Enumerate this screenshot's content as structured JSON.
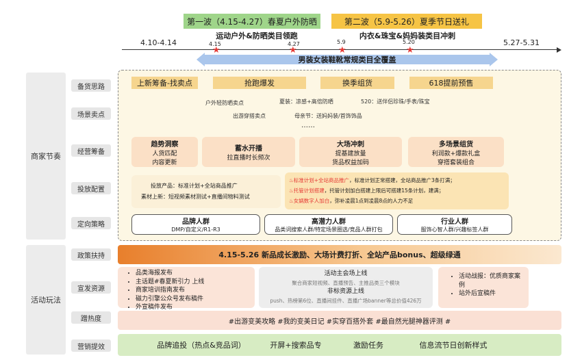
{
  "header": {
    "phase1_title": "第一波（4.15-4.27）春夏户外防晒",
    "phase1_sub": "运动户外&防晒类目领跑",
    "phase2_title": "第二波（5.9-5.26）夏季节日送礼",
    "phase2_sub": "内衣&珠宝&妈妈装类目冲刺",
    "timeline_start": "4.10-4.14",
    "timeline_end": "5.27-5.31",
    "milestones": [
      "4.15",
      "4.27",
      "5.9",
      "5.20"
    ],
    "coverage_bar": "男装女装鞋靴常规类目全覆盖"
  },
  "side_labels": {
    "merchant": "商家节奏",
    "activity": "活动玩法"
  },
  "row_labels": [
    "备货思路",
    "场景卖点",
    "经营筹备",
    "投放配置",
    "定向策略",
    "政策扶持",
    "宣发资源",
    "蹭热度",
    "营销提效"
  ],
  "stock_chips": [
    "上新筹备-找卖点",
    "抢跑爆发",
    "换季组货",
    "618提前预售"
  ],
  "scenes": {
    "s1": "户外轻防晒卖点",
    "s2": "夏装：凉感+高倍防晒",
    "s3": "520：送伴侣珍珠/手表/珠宝",
    "s4": "出游穿搭卖点",
    "s5": "母亲节：送妈妈装/首饰饰品",
    "ellipsis": "……"
  },
  "ops_cards": [
    {
      "title": "趋势洞察",
      "l1": "人货匹配",
      "l2": "内容更新"
    },
    {
      "title": "蓄水开播",
      "l1": "拉直播时长频次",
      "l2": ""
    },
    {
      "title": "大场冲刺",
      "l1": "提基建放量",
      "l2": "货品权益加码"
    },
    {
      "title": "多场景组货",
      "l1": "利润款+爆款礼盒",
      "l2": "穿搭套装组合"
    }
  ],
  "ads": {
    "left1": "投放产品：标准计划+全站商品推广",
    "left2": "素材上新：短视频素材测试+直播间物料测试",
    "r1_head": "标准计划+全站商品推广",
    "r1_text": "，标准计划正常搭建，全站商品推广3条打满；",
    "r2_head": "托管计划搭建",
    "r2_text": "，托管计划加白搭建上限后可搭建15条计划，建满；",
    "r3_head": "女娲数字人加白",
    "r3_text": "，弥补凌晨1点到凌晨8点的人力不足"
  },
  "targeting": [
    {
      "title": "品牌人群",
      "sub": "DMP/自定义/R1-R3"
    },
    {
      "title": "高潜力人群",
      "sub": "品类词搜索人群/特定场景圈选/竞品人群打包"
    },
    {
      "title": "行业人群",
      "sub": "服饰心智人群/兴趣标签人群"
    }
  ],
  "policy": "4.15-5.26 新品成长激励、大场计费打折、全站产品bonus、超级绿通",
  "promo": {
    "left": [
      "品类海报发布",
      "主话题#春夏新引力 上线",
      "商家培训指南发布",
      "磁力引擎公众号发布稿件",
      "外宣稿件发布"
    ],
    "mid_t1": "活动主会场上线",
    "mid_l1": "聚合商家短视频、直播预告、主推品类三个模块",
    "mid_t2": "非标资源上线",
    "mid_l2": "push、热榜第6位、直播间挂件、直播广场banner等总价值426万",
    "right": [
      "活动战报：优质商家案例",
      "站外后宣稿件"
    ]
  },
  "hot": "#出游变美攻略 #我的变美日记 #实穿百搭外套 #最自然光腿神器评测 #",
  "efficiency": [
    "品牌追投（热点&竞品词）",
    "开屏+搜索品专",
    "激励任务",
    "信息流节日创新样式"
  ],
  "colors": {
    "green": "#9fd58a",
    "yellow": "#f6c445",
    "blue": "#aac6ec",
    "red": "#e53935",
    "orange": "#e87f2c",
    "lightgreen": "#d7ecc3"
  }
}
